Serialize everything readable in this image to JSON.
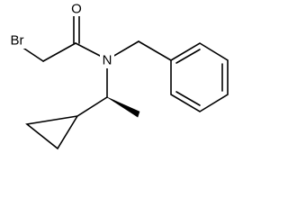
{
  "molecule": {
    "atoms": {
      "bromine": "Br",
      "oxygen": "O",
      "nitrogen": "N"
    },
    "colors": {
      "bond": "#000000",
      "background": "#ffffff"
    }
  }
}
